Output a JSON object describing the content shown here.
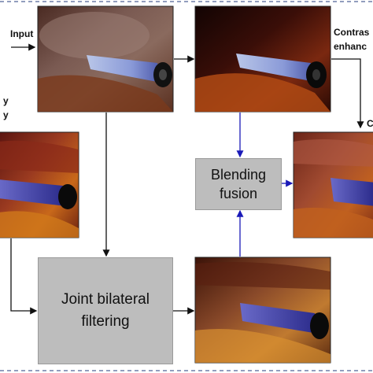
{
  "labels": {
    "input": "Input",
    "contrast_line1": "Contras",
    "contrast_line2": "enhanc",
    "left_line1": "y",
    "left_line2": "y",
    "right_corner": "C"
  },
  "boxes": {
    "blending_line1": "Blending",
    "blending_line2": "fusion",
    "joint_line1": "Joint bilateral",
    "joint_line2": "filtering"
  },
  "colors": {
    "arrow_black": "#111111",
    "arrow_blue": "#1a1ab8",
    "dashed_border": "#6e7fa8",
    "box_fill": "#bdbdbd"
  }
}
